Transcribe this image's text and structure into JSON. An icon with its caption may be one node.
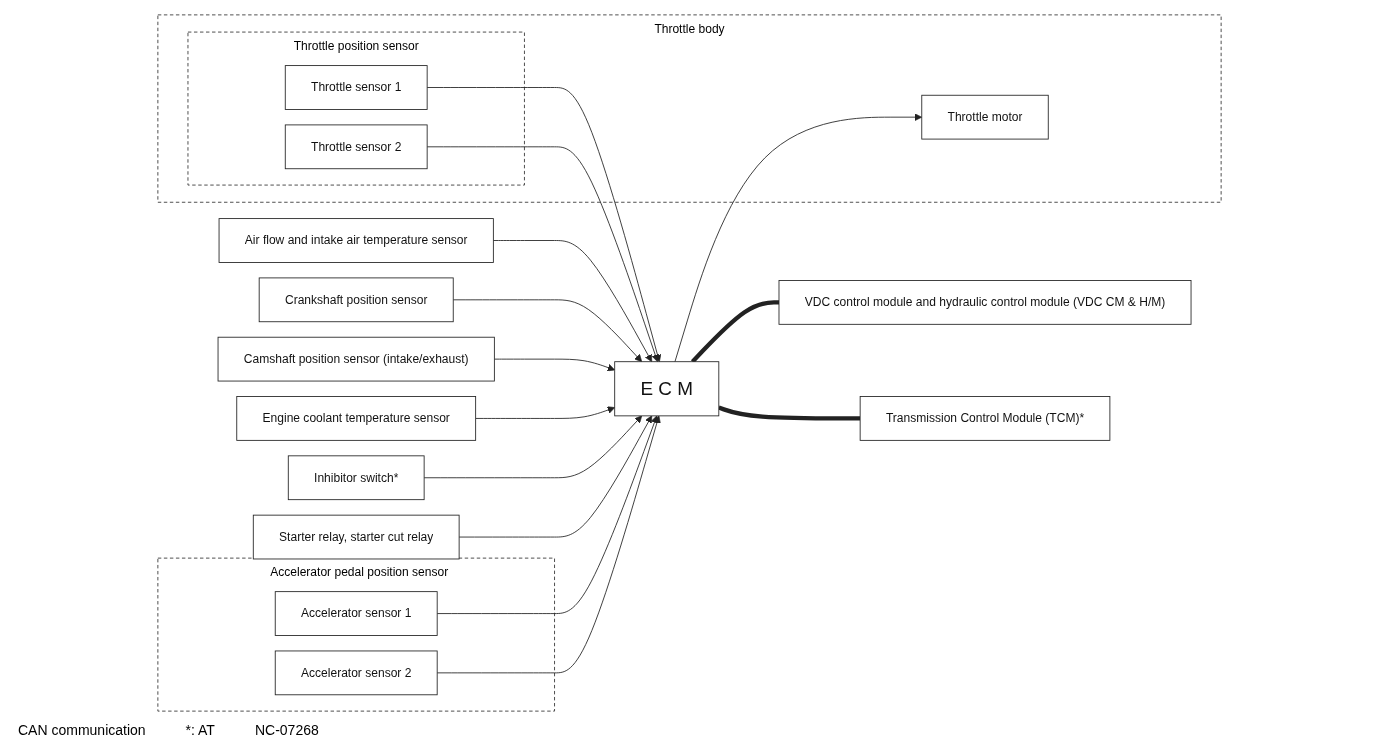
{
  "diagram": {
    "nodes": [
      {
        "text": [
          "Air flow and intake air temperature sensor"
        ]
      },
      {
        "text": [
          "Crankshaft position sensor"
        ]
      },
      {
        "text": [
          "Camshaft position sensor (intake/exhaust)"
        ]
      },
      {
        "text": [
          "Engine coolant temperature sensor"
        ]
      },
      {
        "text": [
          "Inhibitor switch*"
        ]
      },
      {
        "text": [
          "Starter relay, starter cut relay"
        ]
      },
      {
        "text": [
          "E C M"
        ]
      },
      {
        "text": [
          "Throttle body"
        ]
      },
      {
        "text": [
          "Throttle motor"
        ],
        "in": 7
      },
      {
        "text": [
          "Throttle position sensor"
        ],
        "in": 7
      },
      {
        "text": [
          "Throttle sensor 1"
        ],
        "in": 9
      },
      {
        "text": [
          "Throttle sensor 2"
        ],
        "in": 9
      },
      {
        "text": [
          "Accelerator pedal position sensor"
        ]
      },
      {
        "text": [
          "Accelerator sensor 1"
        ],
        "in": 12
      },
      {
        "text": [
          "Accelerator sensor 2"
        ],
        "in": 12
      },
      {
        "text": [
          "VDC control module and hydraulic control module (VDC CM & H/M)"
        ]
      },
      {
        "text": [
          "Transmission Control Module (TCM)*"
        ]
      }
    ],
    "edges": [
      {
        "from": 0,
        "to": 6,
        "arrow": "to"
      },
      {
        "from": 1,
        "to": 6,
        "arrow": "to"
      },
      {
        "from": 2,
        "to": 6,
        "arrow": "to"
      },
      {
        "from": 3,
        "to": 6,
        "arrow": "to"
      },
      {
        "from": 4,
        "to": 6,
        "arrow": "to"
      },
      {
        "from": 5,
        "to": 6,
        "arrow": "to"
      },
      {
        "from": 6,
        "to": 8,
        "arrow": "to"
      },
      {
        "from": 10,
        "to": 6,
        "arrow": "to"
      },
      {
        "from": 11,
        "to": 6,
        "arrow": "to"
      },
      {
        "from": 13,
        "to": 6,
        "arrow": "to"
      },
      {
        "from": 14,
        "to": 6,
        "arrow": "to"
      },
      {
        "from": 6,
        "to": 15,
        "arrow": "none",
        "style": "thick"
      },
      {
        "from": 6,
        "to": 16,
        "arrow": "none",
        "style": "thick"
      }
    ],
    "labels": [
      "CAN communication",
      "*: AT",
      "NC-07268"
    ]
  }
}
